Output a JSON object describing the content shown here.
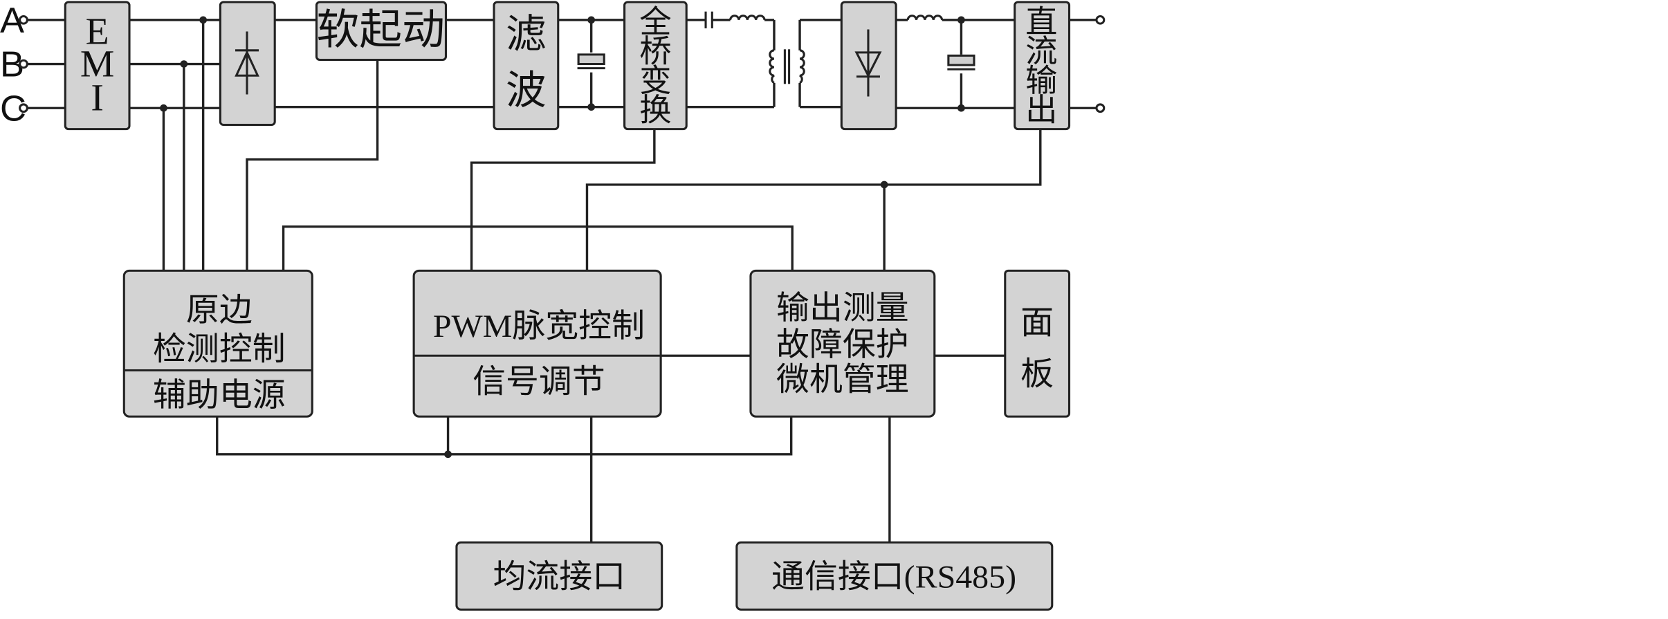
{
  "phases": [
    "A",
    "B",
    "C"
  ],
  "emi": [
    "E",
    "M",
    "I"
  ],
  "soft_start": "软起动",
  "filter": [
    "滤",
    "波"
  ],
  "full_bridge": [
    "全",
    "桥",
    "变",
    "换"
  ],
  "dc_output": [
    "直",
    "流",
    "输",
    "出"
  ],
  "primary": {
    "line1": "原边",
    "line2": "检测控制",
    "line3": "辅助电源"
  },
  "pwm": {
    "line1": "PWM脉宽控制",
    "line2": "信号调节"
  },
  "measure": {
    "line1": "输出测量",
    "line2": "故障保护",
    "line3": "微机管理"
  },
  "panel": [
    "面",
    "板"
  ],
  "current_share": "均流接口",
  "comm": "通信接口(RS485)"
}
